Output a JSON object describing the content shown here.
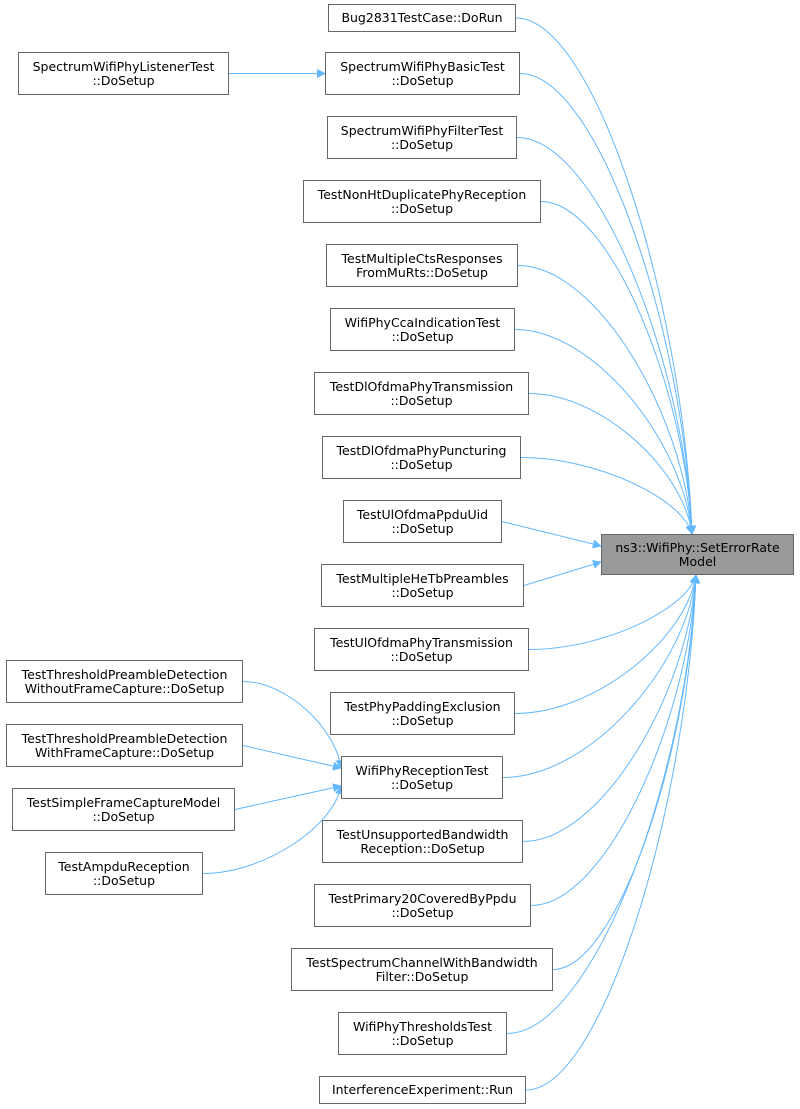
{
  "colors": {
    "edge": "#63b8ff",
    "node_border": "#666666",
    "target_fill": "#999999"
  },
  "target": {
    "id": "target",
    "lines": [
      "ns3::WifiPhy::SetErrorRate",
      "Model"
    ]
  },
  "nodes": [
    {
      "id": "bug2831",
      "lines": [
        "Bug2831TestCase::DoRun"
      ]
    },
    {
      "id": "swpListener",
      "lines": [
        "SpectrumWifiPhyListenerTest",
        "::DoSetup"
      ]
    },
    {
      "id": "swpBasic",
      "lines": [
        "SpectrumWifiPhyBasicTest",
        "::DoSetup"
      ]
    },
    {
      "id": "swpFilter",
      "lines": [
        "SpectrumWifiPhyFilterTest",
        "::DoSetup"
      ]
    },
    {
      "id": "nonHtDup",
      "lines": [
        "TestNonHtDuplicatePhyReception",
        "::DoSetup"
      ]
    },
    {
      "id": "multiCts",
      "lines": [
        "TestMultipleCtsResponses",
        "FromMuRts::DoSetup"
      ]
    },
    {
      "id": "ccaInd",
      "lines": [
        "WifiPhyCcaIndicationTest",
        "::DoSetup"
      ]
    },
    {
      "id": "dlTx",
      "lines": [
        "TestDlOfdmaPhyTransmission",
        "::DoSetup"
      ]
    },
    {
      "id": "dlPunct",
      "lines": [
        "TestDlOfdmaPhyPuncturing",
        "::DoSetup"
      ]
    },
    {
      "id": "ulUid",
      "lines": [
        "TestUlOfdmaPpduUid",
        "::DoSetup"
      ]
    },
    {
      "id": "heTb",
      "lines": [
        "TestMultipleHeTbPreambles",
        "::DoSetup"
      ]
    },
    {
      "id": "ulTx",
      "lines": [
        "TestUlOfdmaPhyTransmission",
        "::DoSetup"
      ]
    },
    {
      "id": "padding",
      "lines": [
        "TestPhyPaddingExclusion",
        "::DoSetup"
      ]
    },
    {
      "id": "thrNoCap",
      "lines": [
        "TestThresholdPreambleDetection",
        "WithoutFrameCapture::DoSetup"
      ]
    },
    {
      "id": "thrCap",
      "lines": [
        "TestThresholdPreambleDetection",
        "WithFrameCapture::DoSetup"
      ]
    },
    {
      "id": "simpleCap",
      "lines": [
        "TestSimpleFrameCaptureModel",
        "::DoSetup"
      ]
    },
    {
      "id": "ampdu",
      "lines": [
        "TestAmpduReception",
        "::DoSetup"
      ]
    },
    {
      "id": "rxTest",
      "lines": [
        "WifiPhyReceptionTest",
        "::DoSetup"
      ]
    },
    {
      "id": "unsupBw",
      "lines": [
        "TestUnsupportedBandwidth",
        "Reception::DoSetup"
      ]
    },
    {
      "id": "primary20",
      "lines": [
        "TestPrimary20CoveredByPpdu",
        "::DoSetup"
      ]
    },
    {
      "id": "chanBw",
      "lines": [
        "TestSpectrumChannelWithBandwidth",
        "Filter::DoSetup"
      ]
    },
    {
      "id": "thresholds",
      "lines": [
        "WifiPhyThresholdsTest",
        "::DoSetup"
      ]
    },
    {
      "id": "interf",
      "lines": [
        "InterferenceExperiment::Run"
      ]
    }
  ],
  "edges": [
    [
      "bug2831",
      "target"
    ],
    [
      "swpBasic",
      "target"
    ],
    [
      "swpFilter",
      "target"
    ],
    [
      "nonHtDup",
      "target"
    ],
    [
      "multiCts",
      "target"
    ],
    [
      "ccaInd",
      "target"
    ],
    [
      "dlTx",
      "target"
    ],
    [
      "dlPunct",
      "target"
    ],
    [
      "ulUid",
      "target"
    ],
    [
      "heTb",
      "target"
    ],
    [
      "ulTx",
      "target"
    ],
    [
      "padding",
      "target"
    ],
    [
      "rxTest",
      "target"
    ],
    [
      "unsupBw",
      "target"
    ],
    [
      "primary20",
      "target"
    ],
    [
      "chanBw",
      "target"
    ],
    [
      "thresholds",
      "target"
    ],
    [
      "interf",
      "target"
    ],
    [
      "swpListener",
      "swpBasic"
    ],
    [
      "thrNoCap",
      "rxTest"
    ],
    [
      "thrCap",
      "rxTest"
    ],
    [
      "simpleCap",
      "rxTest"
    ],
    [
      "ampdu",
      "rxTest"
    ]
  ]
}
